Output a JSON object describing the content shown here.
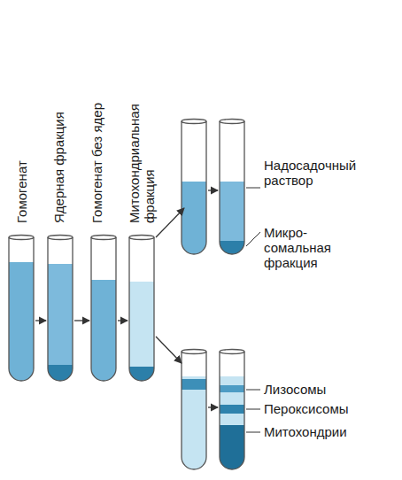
{
  "diagram": {
    "labels": [
      "Гомогенат",
      "Ядерная фракция",
      "Гомогенат без ядер",
      "Митохондриальная фракция",
      "Надосадочный раствор",
      "Микро- сомальная фракция",
      "Лизосомы",
      "Пероксисомы",
      "Митохондрии"
    ]
  }
}
